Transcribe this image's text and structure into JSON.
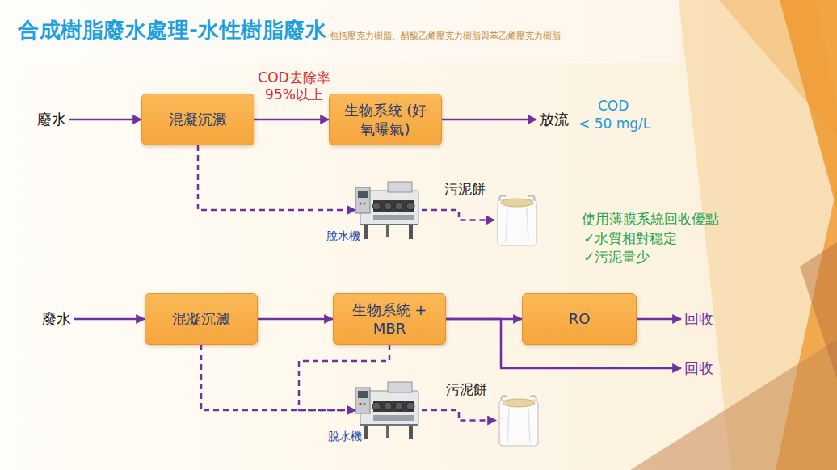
{
  "diagram": {
    "title": "合成樹脂廢水處理-水性樹脂廢水",
    "nodes": [
      {
        "text": [
          "廢水"
        ]
      },
      {
        "text": [
          "混凝沉澱"
        ]
      },
      {
        "text": [
          "生物系統 (好氧曝氣)"
        ]
      },
      {
        "text": [
          "放流"
        ]
      },
      {
        "text": [
          "脫水機"
        ]
      },
      {
        "text": [
          "污泥餅"
        ]
      },
      {
        "text": [
          "廢水"
        ]
      },
      {
        "text": [
          "混凝沉澱"
        ]
      },
      {
        "text": [
          "生物系統 + MBR"
        ]
      },
      {
        "text": [
          "RO"
        ]
      },
      {
        "text": [
          "回收"
        ]
      },
      {
        "text": [
          "回收"
        ]
      },
      {
        "text": [
          "脫水機"
        ]
      },
      {
        "text": [
          "污泥餅"
        ]
      }
    ],
    "edges": [
      {
        "from": 0,
        "to": 1,
        "arrow": "to"
      },
      {
        "from": 1,
        "to": 2,
        "arrow": "to"
      },
      {
        "from": 2,
        "to": 3,
        "arrow": "to"
      },
      {
        "from": 1,
        "to": 4,
        "arrow": "to"
      },
      {
        "from": 4,
        "to": 5,
        "arrow": "to"
      },
      {
        "from": 6,
        "to": 7,
        "arrow": "to"
      },
      {
        "from": 7,
        "to": 8,
        "arrow": "to"
      },
      {
        "from": 8,
        "to": 9,
        "arrow": "to"
      },
      {
        "from": 9,
        "to": 10,
        "arrow": "to"
      },
      {
        "from": 8,
        "to": 11,
        "arrow": "to"
      },
      {
        "from": 7,
        "to": 12,
        "arrow": "to"
      },
      {
        "from": 8,
        "to": 12,
        "arrow": "to"
      },
      {
        "from": 12,
        "to": 13,
        "arrow": "to"
      }
    ],
    "labels": [
      "包括壓克力樹脂、醋酸乙烯壓克力樹脂與苯乙烯壓克力樹脂",
      "COD去除率 95%以上",
      "COD",
      "< 50 mg/L",
      "使用薄膜系統回收優點",
      "✓水質相對穩定",
      "✓污泥量少"
    ]
  }
}
